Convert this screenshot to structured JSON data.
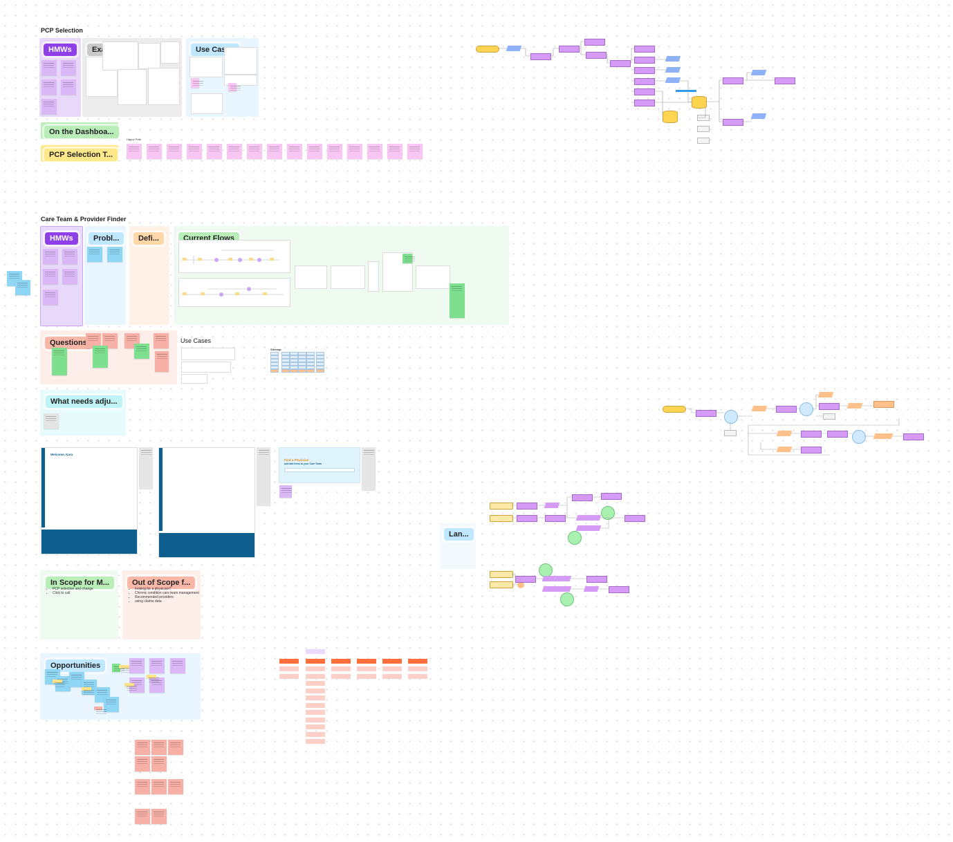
{
  "sections": {
    "pcp_selection": "PCP Selection",
    "care_team": "Care Team & Provider Finder"
  },
  "pcp": {
    "hmws": "HMWs",
    "examples": "Examples",
    "use_cases": "Use Cases",
    "dashboard": "On the Dashboa...",
    "pcp_task": "PCP Selection T...",
    "happy_path": "Happy Path"
  },
  "care": {
    "hmws": "HMWs",
    "problems": "Probl...",
    "definitions": "Defi...",
    "current_flows": "Current Flows",
    "questions": "Questions",
    "use_cases": "Use Cases",
    "sitemap": "Sitemap",
    "what_needs": "What needs adju...",
    "welcome": "Welcome, Kara",
    "find_physician": "Find a Physician",
    "find_physician_sub": "and add them to your Care Team",
    "landing": "Lan...",
    "in_scope": "In Scope for M...",
    "in_scope_items": [
      "PCP selection and change",
      "Click to call"
    ],
    "out_scope": "Out of Scope f...",
    "out_scope_items": [
      "looking for a physician?",
      "Chronic condition care team management",
      "Recommended providers",
      "using claims data"
    ],
    "opportunities": "Opportunities"
  },
  "colors": {
    "lilac_region": "#e8d9fb",
    "blue_region": "#eaf6ff",
    "peach_region": "#fff1e6",
    "green_region": "#effaf0",
    "salmon_region": "#fdeeea",
    "cyan_region": "#e7fbfc",
    "chip_purple": "#8f3fe8",
    "chip_gray": "#c9c9c9",
    "chip_blue": "#bfe7ff",
    "chip_green": "#b9eeb9",
    "chip_yellow": "#ffe88a",
    "chip_salmon": "#f9b7a8",
    "footer_blue": "#0e5f8d"
  }
}
